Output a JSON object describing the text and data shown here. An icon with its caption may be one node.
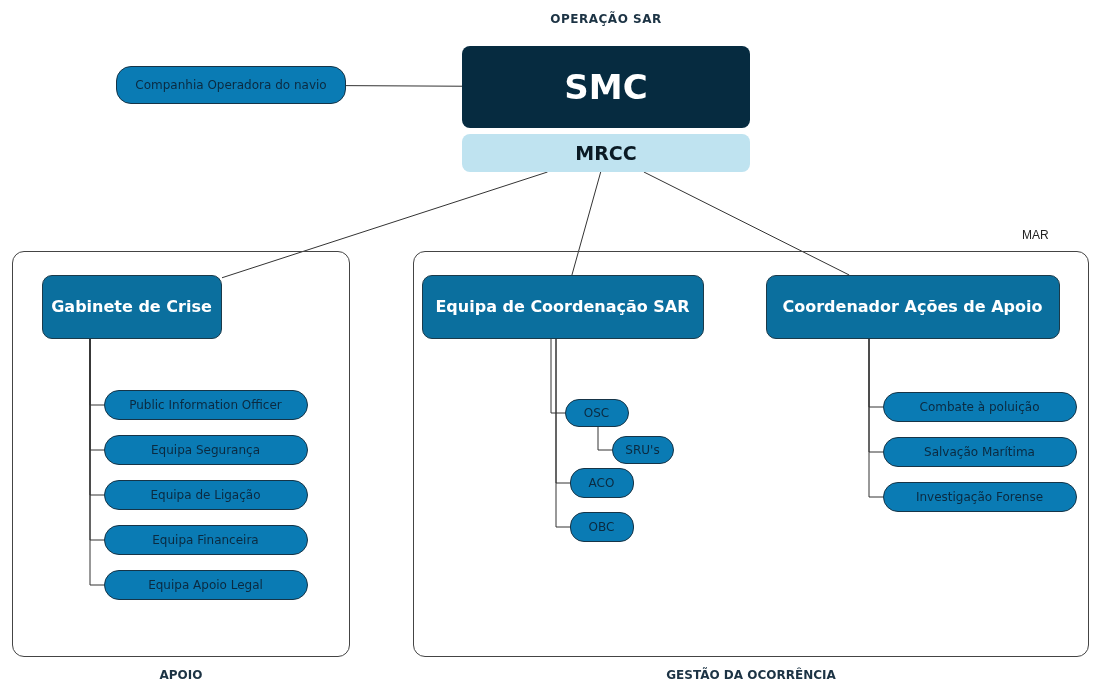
{
  "diagram": {
    "title": "OPERAÇÃO SAR",
    "nodes": [
      {
        "text": [
          "Companhia Operadora do navio"
        ]
      },
      {
        "text": [
          "SMC"
        ]
      },
      {
        "text": [
          "MRCC"
        ]
      },
      {
        "text": [
          "APOIO"
        ]
      },
      {
        "text": [
          "Gabinete de Crise"
        ],
        "in": 3
      },
      {
        "text": [
          "Public Information Officer"
        ],
        "in": 3
      },
      {
        "text": [
          "Equipa Segurança"
        ],
        "in": 3
      },
      {
        "text": [
          "Equipa de Ligação"
        ],
        "in": 3
      },
      {
        "text": [
          "Equipa Financeira"
        ],
        "in": 3
      },
      {
        "text": [
          "Equipa Apoio Legal"
        ],
        "in": 3
      },
      {
        "text": [
          "GESTÃO DA OCORRÊNCIA"
        ]
      },
      {
        "text": [
          "Equipa de Coordenação SAR"
        ],
        "in": 10
      },
      {
        "text": [
          "Coordenador Ações de Apoio"
        ],
        "in": 10
      },
      {
        "text": [
          "OSC"
        ],
        "in": 10
      },
      {
        "text": [
          "SRU's"
        ],
        "in": 10
      },
      {
        "text": [
          "ACO"
        ],
        "in": 10
      },
      {
        "text": [
          "OBC"
        ],
        "in": 10
      },
      {
        "text": [
          "Combate à poluição"
        ],
        "in": 10
      },
      {
        "text": [
          "Salvação Marítima"
        ],
        "in": 10
      },
      {
        "text": [
          "Investigação Forense"
        ],
        "in": 10
      }
    ],
    "edges": [
      {
        "from": 0,
        "to": 1,
        "arrow": "none"
      },
      {
        "from": 2,
        "to": 4,
        "arrow": "none"
      },
      {
        "from": 2,
        "to": 11,
        "arrow": "none"
      },
      {
        "from": 2,
        "to": 12,
        "arrow": "none"
      },
      {
        "from": 4,
        "to": 5,
        "arrow": "none"
      },
      {
        "from": 4,
        "to": 6,
        "arrow": "none"
      },
      {
        "from": 4,
        "to": 7,
        "arrow": "none"
      },
      {
        "from": 4,
        "to": 8,
        "arrow": "none"
      },
      {
        "from": 4,
        "to": 9,
        "arrow": "none"
      },
      {
        "from": 11,
        "to": 13,
        "arrow": "none"
      },
      {
        "from": 13,
        "to": 14,
        "arrow": "none"
      },
      {
        "from": 11,
        "to": 15,
        "arrow": "none"
      },
      {
        "from": 11,
        "to": 16,
        "arrow": "none"
      },
      {
        "from": 12,
        "to": 17,
        "arrow": "none"
      },
      {
        "from": 12,
        "to": 18,
        "arrow": "none"
      },
      {
        "from": 12,
        "to": 19,
        "arrow": "none"
      }
    ],
    "labels": [
      "MAR"
    ]
  }
}
